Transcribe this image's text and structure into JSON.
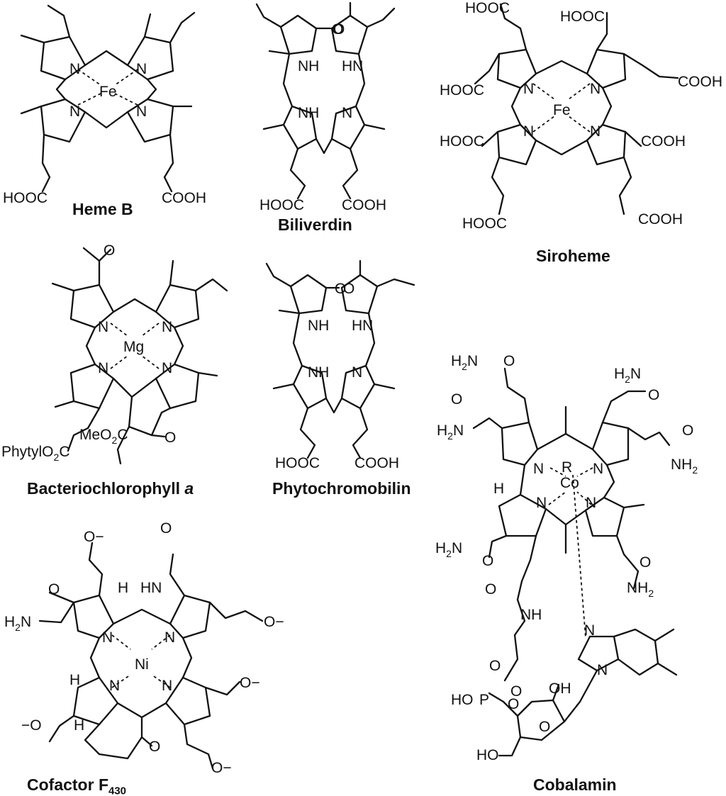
{
  "molecules": {
    "heme_b": {
      "name": "Heme B",
      "metal": "Fe",
      "sub_left": "HOOC",
      "sub_right": "COOH",
      "n": "N"
    },
    "biliverdin": {
      "name": "Biliverdin",
      "o_left": "O",
      "o_right": "O",
      "nh1": "NH",
      "nh2": "HN",
      "nh3": "NH",
      "n": "N",
      "sub_left": "HOOC",
      "sub_right": "COOH"
    },
    "siroheme": {
      "name": "Siroheme",
      "metal": "Fe",
      "acid_r": "COOH",
      "acid_l": "HOOC",
      "n": "N"
    },
    "bacteriochlorophyll": {
      "name_main": "Bacteriochlorophyll ",
      "name_italic": "a",
      "metal": "Mg",
      "ester1": "PhytylO",
      "ester1_sub": "2",
      "ester1_c": "C",
      "ester2": "MeO",
      "ester2_sub": "2",
      "ester2_c": "C",
      "o": "O",
      "n": "N"
    },
    "phytochromobilin": {
      "name": "Phytochromobilin",
      "o": "O",
      "nh1": "NH",
      "nh2": "HN",
      "nh3": "NH",
      "n": "N",
      "sub_left": "HOOC",
      "sub_right": "COOH"
    },
    "cobalamin": {
      "name": "Cobalamin",
      "metal": "Co",
      "axial": "R",
      "amide": "H",
      "amide_sub": "2",
      "amide_n": "N",
      "amide_r": "NH",
      "amide_r_sub": "2",
      "o": "O",
      "n": "N",
      "h": "H",
      "nh": "NH",
      "p": "P",
      "ho": "HO",
      "oh": "OH"
    },
    "f430": {
      "name_main": "Cofactor F",
      "name_sub": "430",
      "metal": "Ni",
      "n": "N",
      "hn": "HN",
      "h": "H",
      "o": "O",
      "o_minus": "O−",
      "minus_o": "−O",
      "amide": "H",
      "amide_sub": "2",
      "amide_n": "N"
    }
  }
}
